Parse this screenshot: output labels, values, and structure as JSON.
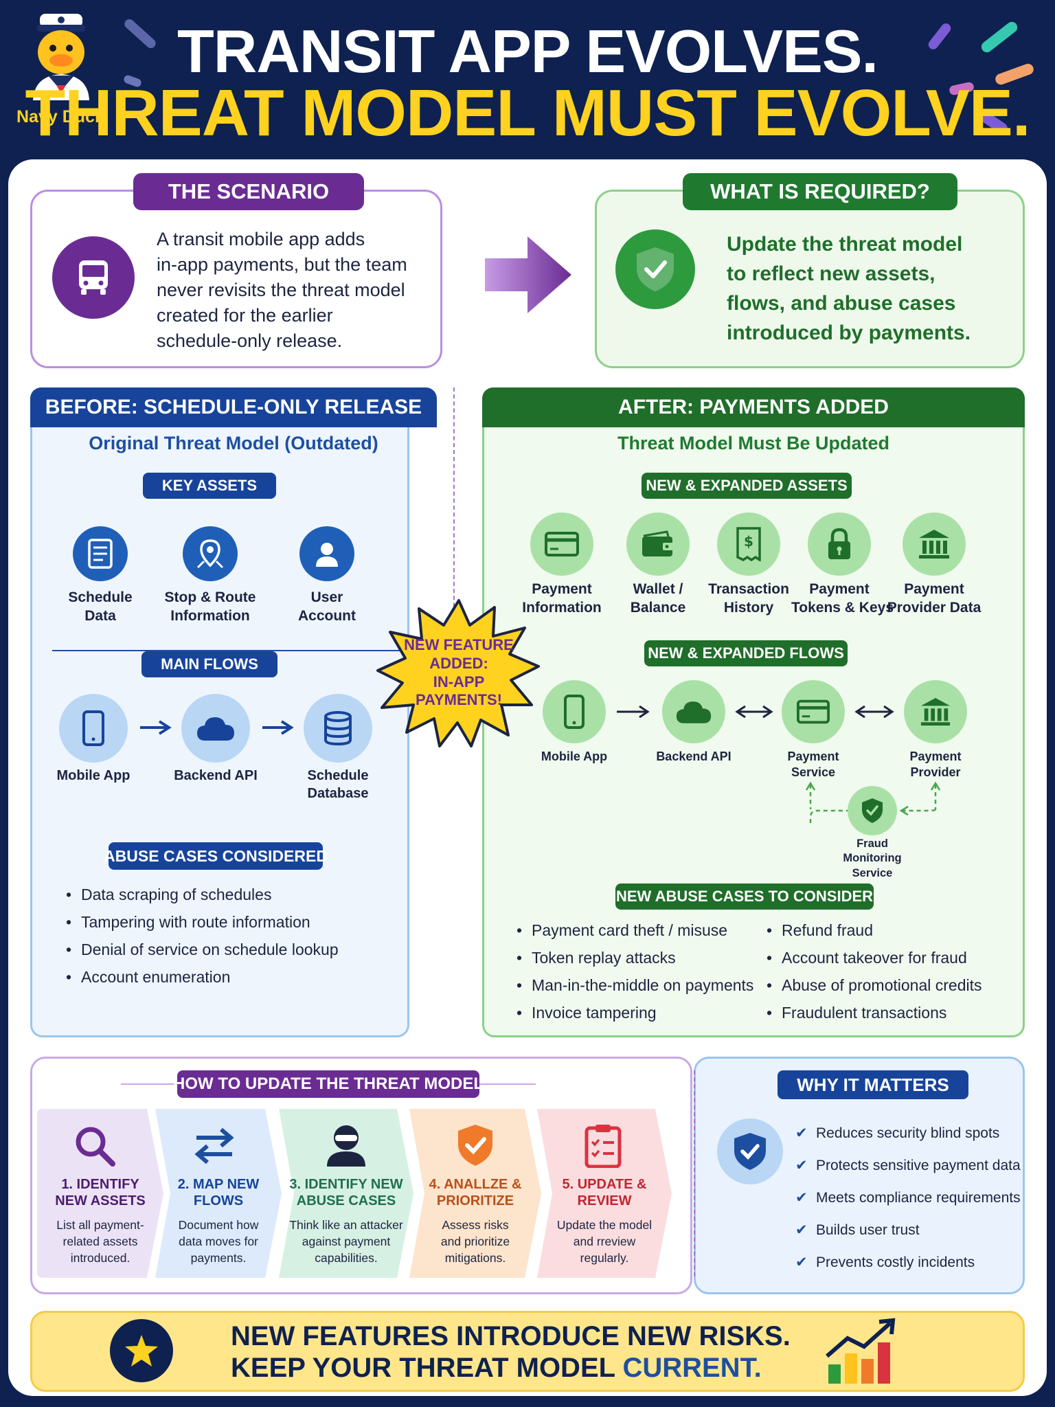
{
  "brand": {
    "name": "Navy Duck"
  },
  "header": {
    "line1": "TRANSIT APP EVOLVES.",
    "line2": "THREAT MODEL MUST EVOLVE."
  },
  "scenario": {
    "title": "THE SCENARIO",
    "lines": [
      "A transit mobile app adds",
      "in-app payments, but the team",
      "never revisits the threat model",
      "created for the earlier",
      "schedule-only release."
    ]
  },
  "required": {
    "title": "WHAT IS REQUIRED?",
    "lines": [
      "Update the threat model",
      "to reflect new assets,",
      "flows, and abuse cases",
      "introduced by payments."
    ]
  },
  "before": {
    "header": "BEFORE: SCHEDULE-ONLY RELEASE",
    "subtitle": "Original Threat Model (Outdated)",
    "assets_title": "KEY ASSETS",
    "assets": [
      {
        "line1": "Schedule",
        "line2": "Data"
      },
      {
        "line1": "Stop & Route",
        "line2": "Information"
      },
      {
        "line1": "User",
        "line2": "Account"
      }
    ],
    "flows_title": "MAIN FLOWS",
    "flows": [
      {
        "line1": "Mobile App",
        "line2": ""
      },
      {
        "line1": "Backend API",
        "line2": ""
      },
      {
        "line1": "Schedule",
        "line2": "Database"
      }
    ],
    "abuse_title": "ABUSE CASES CONSIDERED",
    "abuse": [
      "Data scraping of schedules",
      "Tampering with route information",
      "Denial of service on schedule lookup",
      "Account enumeration"
    ]
  },
  "burst": {
    "lines": [
      "NEW FEATURE",
      "ADDED:",
      "IN-APP",
      "PAYMENTS!"
    ]
  },
  "after": {
    "header": "AFTER: PAYMENTS ADDED",
    "subtitle": "Threat Model Must Be Updated",
    "assets_title": "NEW & EXPANDED ASSETS",
    "assets": [
      {
        "line1": "Payment",
        "line2": "Information"
      },
      {
        "line1": "Wallet /",
        "line2": "Balance"
      },
      {
        "line1": "Transaction",
        "line2": "History"
      },
      {
        "line1": "Payment",
        "line2": "Tokens & Keys"
      },
      {
        "line1": "Payment",
        "line2": "Provider Data"
      }
    ],
    "flows_title": "NEW & EXPANDED FLOWS",
    "flows": [
      {
        "line1": "Mobile App",
        "line2": ""
      },
      {
        "line1": "Backend API",
        "line2": ""
      },
      {
        "line1": "Payment",
        "line2": "Service"
      },
      {
        "line1": "Payment",
        "line2": "Provider"
      }
    ],
    "fraud": {
      "line1": "Fraud",
      "line2": "Monitoring",
      "line3": "Service"
    },
    "abuse_title": "NEW ABUSE CASES TO CONSIDER",
    "abuse_left": [
      "Payment card theft / misuse",
      "Token replay attacks",
      "Man-in-the-middle on payments",
      "Invoice tampering"
    ],
    "abuse_right": [
      "Refund fraud",
      "Account takeover for fraud",
      "Abuse of promotional credits",
      "Fraudulent transactions"
    ]
  },
  "how": {
    "title": "HOW TO UPDATE THE THREAT MODEL",
    "steps": [
      {
        "t1": "1. IDENTIFY",
        "t2": "NEW ASSETS",
        "d1": "List all payment-",
        "d2": "related assets",
        "d3": "introduced."
      },
      {
        "t1": "2. MAP NEW",
        "t2": "FLOWS",
        "d1": "Document how",
        "d2": "data moves for",
        "d3": "payments."
      },
      {
        "t1": "3. IDENTIFY NEW",
        "t2": "ABUSE CASES",
        "d1": "Think like an attacker",
        "d2": "against payment",
        "d3": "capabilities."
      },
      {
        "t1": "4. ANALLZE &",
        "t2": "PRIORITIZE",
        "d1": "Assess risks",
        "d2": "and prioritize",
        "d3": "mitigations."
      },
      {
        "t1": "5. UPDATE &",
        "t2": "REVIEW",
        "d1": "Update the model",
        "d2": "and rreview",
        "d3": "regularly."
      }
    ]
  },
  "why": {
    "title": "WHY IT MATTERS",
    "items": [
      "Reduces security blind spots",
      "Protects sensitive payment data",
      "Meets compliance requirements",
      "Builds user trust",
      "Prevents costly incidents"
    ]
  },
  "footer": {
    "line1": "NEW FEATURES INTRODUCE NEW RISKS.",
    "line2_prefix": "KEEP YOUR THREAT MODEL ",
    "line2_highlight": "CURRENT."
  },
  "colors": {
    "navy": "#0e2150",
    "yellow": "#ffd21f",
    "purple": "#6a2c93",
    "green": "#1f7a30",
    "blue": "#1d4fa0"
  }
}
